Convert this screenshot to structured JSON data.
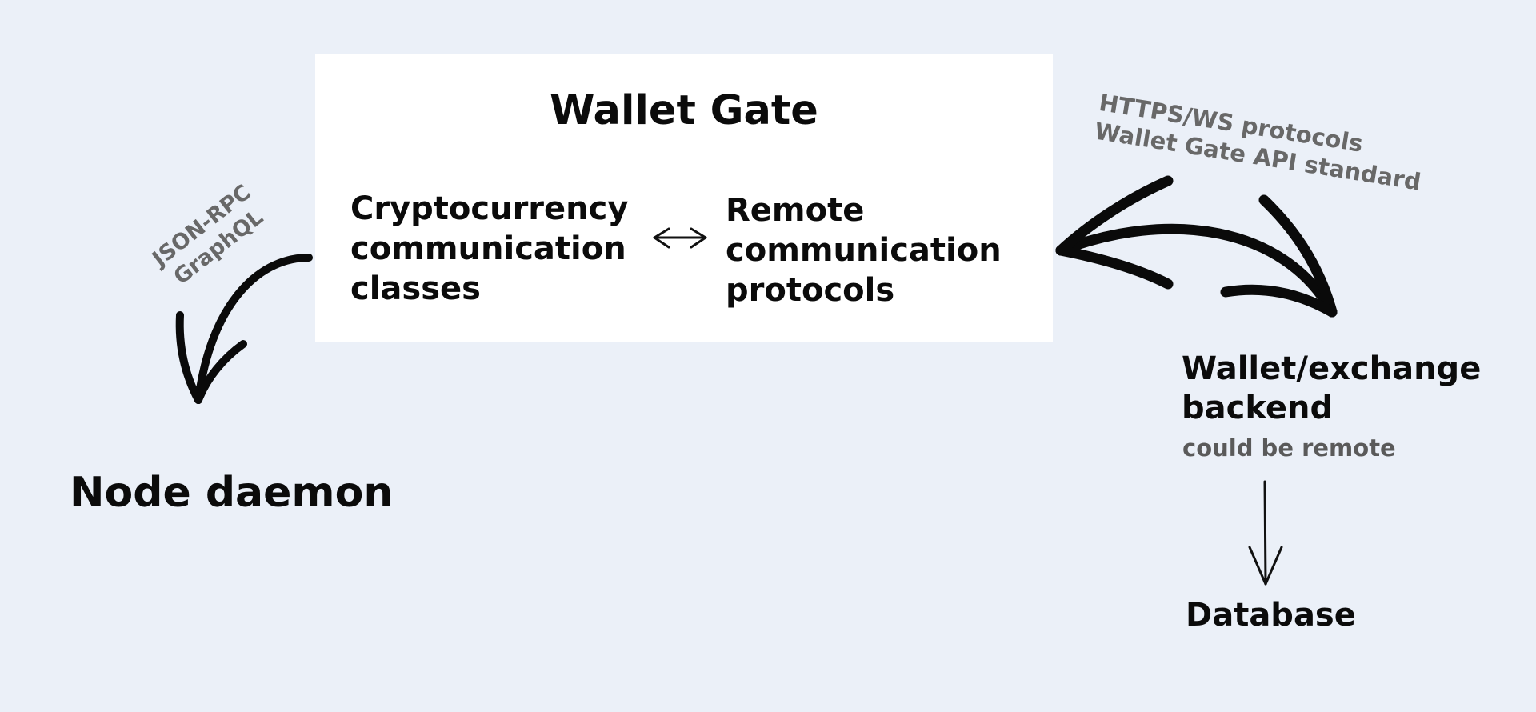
{
  "diagram": {
    "title": "Wallet Gate",
    "left_component": "Cryptocurrency\ncommunication\nclasses",
    "right_component": "Remote\ncommunication\nprotocols",
    "node_daemon": "Node daemon",
    "node_protocols": "JSON-RPC\nGraphQL",
    "remote_protocols": "HTTPS/WS protocols\nWallet Gate API standard",
    "backend": "Wallet/exchange\nbackend",
    "backend_note": "could be remote",
    "database": "Database"
  },
  "colors": {
    "background": "#ebf0f8",
    "box": "#ffffff",
    "text": "#0b0b0b",
    "muted_text": "#5a5a5a",
    "rotated_label": "#686868"
  }
}
